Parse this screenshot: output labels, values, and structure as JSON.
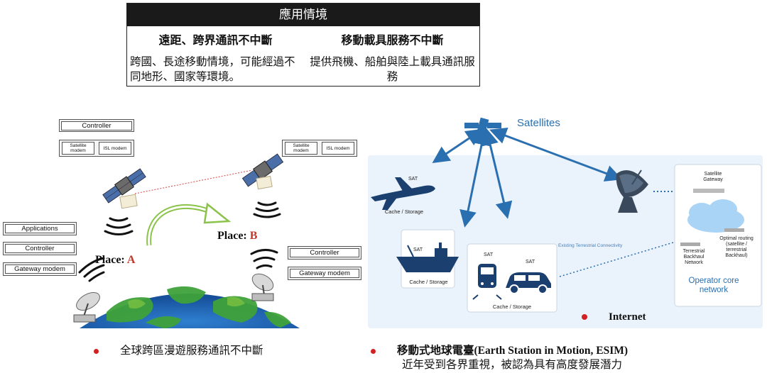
{
  "table": {
    "header": "應用情境",
    "col1": {
      "title": "遠距、跨界通訊不中斷",
      "desc": "跨國、長途移動情境，可能經過不同地形、國家等環境。"
    },
    "col2": {
      "title": "移動載具服務不中斷",
      "desc": "提供飛機、船舶與陸上載具通訊服務"
    }
  },
  "left_diagram": {
    "sat_a_stack": {
      "controller": "Controller",
      "sat_modem": "Satellite modem",
      "isl_modem": "ISL modem"
    },
    "sat_b_stack": {
      "sat_modem": "Satellite modem",
      "isl_modem": "ISL modem"
    },
    "ground_a_stack": {
      "applications": "Applications",
      "controller": "Controller",
      "gateway": "Gateway modem"
    },
    "ground_b_stack": {
      "controller": "Controller",
      "gateway": "Gateway modem"
    },
    "place_a": {
      "label": "Place: ",
      "letter": "A"
    },
    "place_b": {
      "label": "Place: ",
      "letter": "B"
    },
    "caption": "全球跨區漫遊服務通訊不中斷"
  },
  "right_diagram": {
    "satellites": "Satellites",
    "sat_tag": "SAT",
    "plane_label": "Cache / Storage",
    "ship_label": "Cache / Storage",
    "land_label": "Cache / Storage",
    "existing": "Existing Terrestrial Connectivity",
    "gateway": "Satellite Gateway",
    "terrestrial": "Terrestrial Backhaul Network",
    "optimal": "Optimal routing (satellite / terrestrial Backhaul)",
    "core": "Operator core network",
    "internet": "Internet",
    "caption_bold": "移動式地球電臺(Earth Station in Motion, ESIM)",
    "caption_line2": "近年受到各界重視，被認為具有高度發展潛力"
  },
  "colors": {
    "accent_red": "#d32020",
    "blue": "#2a6fb0",
    "panel": "#eaf2fb"
  }
}
